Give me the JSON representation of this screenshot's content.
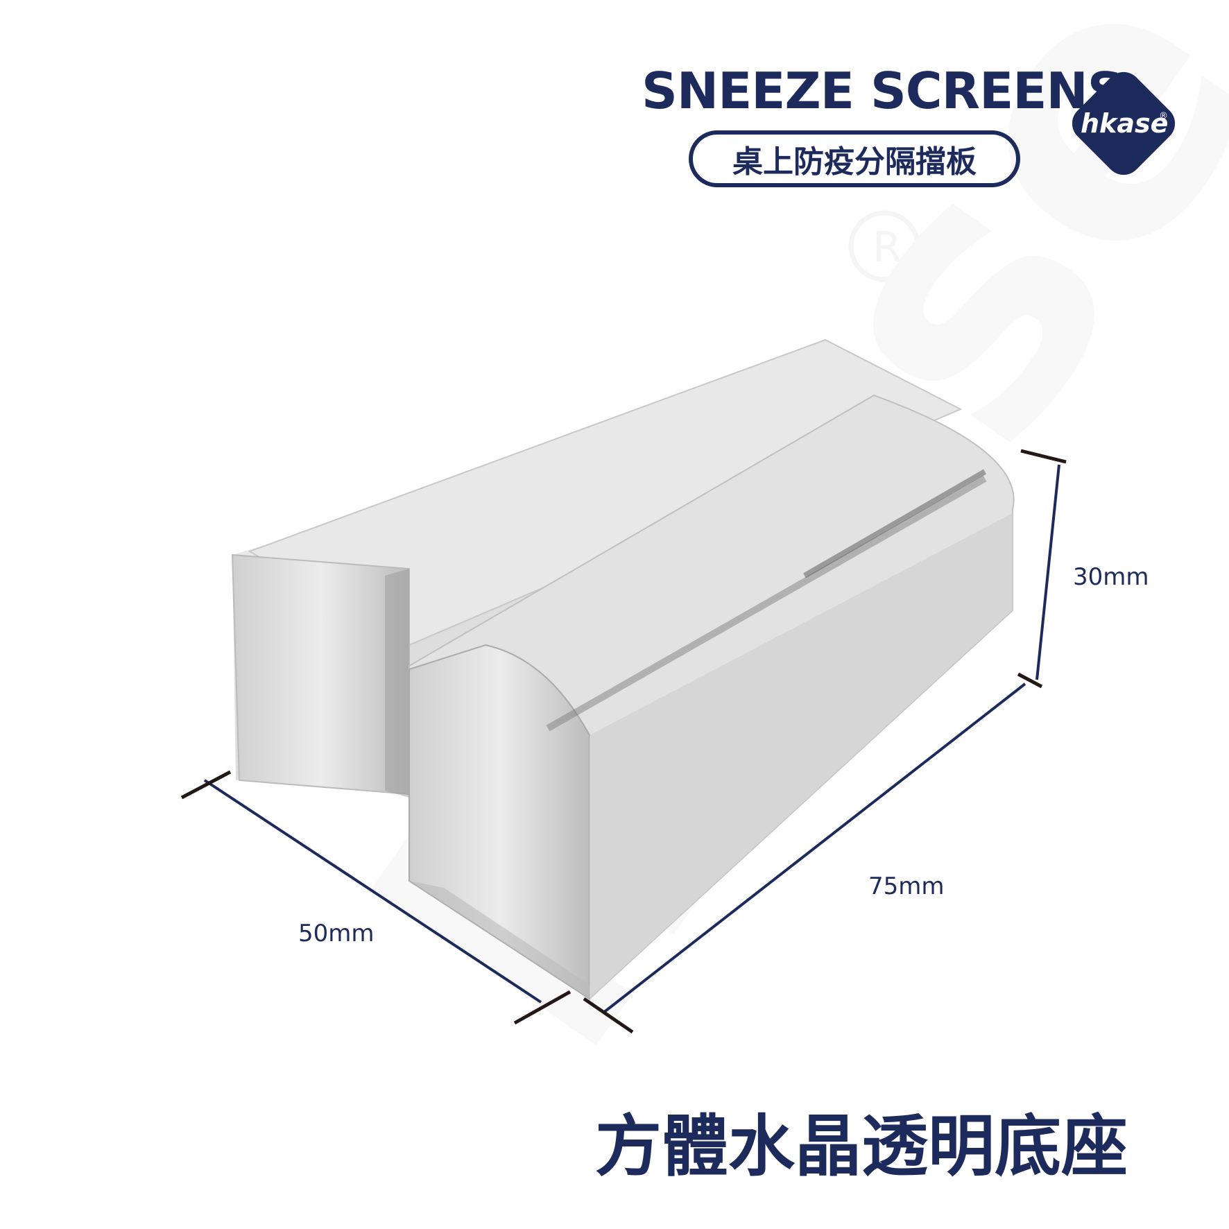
{
  "header": {
    "brand_title": "SNEEZE SCREENS",
    "subtitle_badge": "桌上防疫分隔擋板",
    "logo_text": "hkase",
    "logo_mark": "®"
  },
  "product": {
    "title": "方體水晶透明底座",
    "image": "clear-acrylic-block-base",
    "watermark": "hkase®"
  },
  "dimensions": {
    "height": "30mm",
    "length": "75mm",
    "width": "50mm"
  },
  "colors": {
    "brand_navy": "#1d2a5c",
    "dimension_tick": "#231815",
    "background": "#ffffff"
  }
}
